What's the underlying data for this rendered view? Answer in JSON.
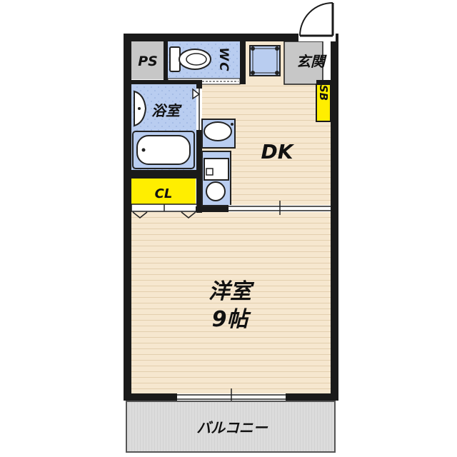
{
  "rooms": {
    "ps": "PS",
    "wc": "WC",
    "entrance": "玄関",
    "shoebox": "SB",
    "bath": "浴室",
    "dk": "DK",
    "closet": "CL",
    "western_room": "洋室",
    "western_room_size": "9帖",
    "balcony": "バルコニー"
  },
  "colors": {
    "wall": "#1a1a1a",
    "floor_wood": "#f6e7cf",
    "floor_line": "#e3cfae",
    "water_area": "#b9cdf0",
    "closet": "#ffee00",
    "ps_gray": "#c7c7c7",
    "balcony": "#d8d8d8"
  }
}
